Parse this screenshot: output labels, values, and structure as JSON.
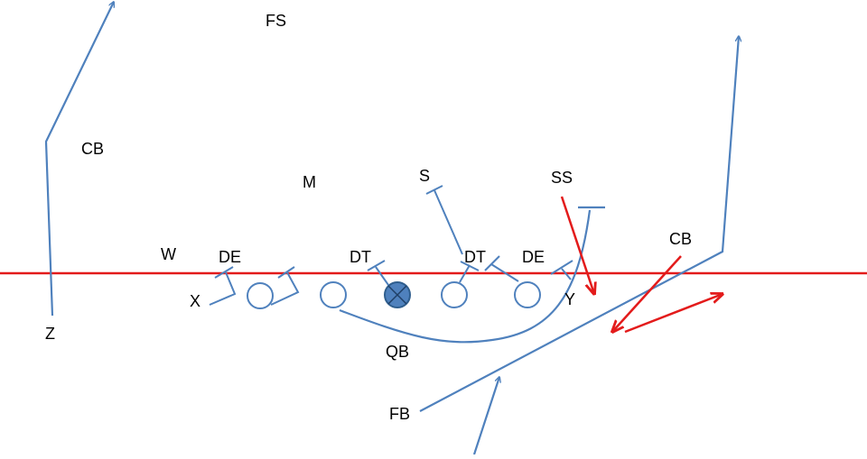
{
  "colors": {
    "route": "#4F81BD",
    "line_of_scrimmage": "#E31B1B",
    "center_fill": "#4F81BD",
    "text": "#000000"
  },
  "offense": {
    "center_marker": "circle-with-x",
    "labels": {
      "x": "X",
      "y": "Y",
      "z": "Z",
      "qb": "QB",
      "fb": "FB"
    }
  },
  "defense": {
    "labels": {
      "fs": "FS",
      "cb_left": "CB",
      "m": "M",
      "s": "S",
      "ss": "SS",
      "w": "W",
      "de_left": "DE",
      "dt_left": "DT",
      "dt_right": "DT",
      "de_right": "DE",
      "cb_right": "CB"
    }
  }
}
